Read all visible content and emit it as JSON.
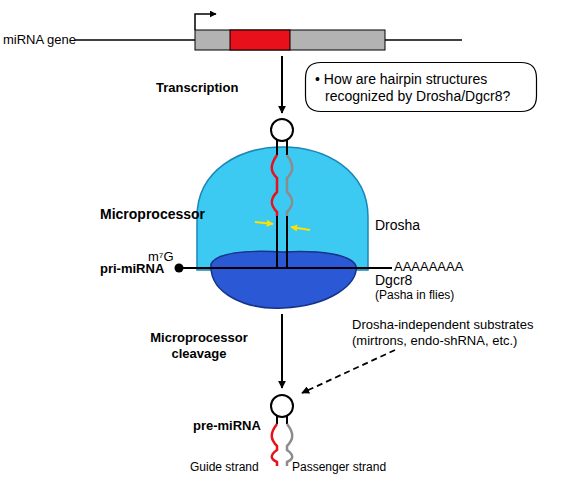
{
  "diagram": {
    "nodes": [
      {
        "text": [
          "• How are hairpin structures recognized by Drosha/Dgcr8?"
        ]
      },
      {
        "text": [
          "Drosha"
        ]
      },
      {
        "text": [
          "Dgcr8",
          "(Pasha in flies)"
        ]
      }
    ],
    "labels": [
      "miRNA gene",
      "Transcription",
      "Microprocessor",
      "pri-miRNA",
      "m⁷G",
      "AAAAAAAA",
      "Microprocessor cleavage",
      "Drosha-independent substrates (mirtrons, endo-shRNA, etc.)",
      "pre-miRNA",
      "Guide strand",
      "Passenger strand"
    ]
  }
}
